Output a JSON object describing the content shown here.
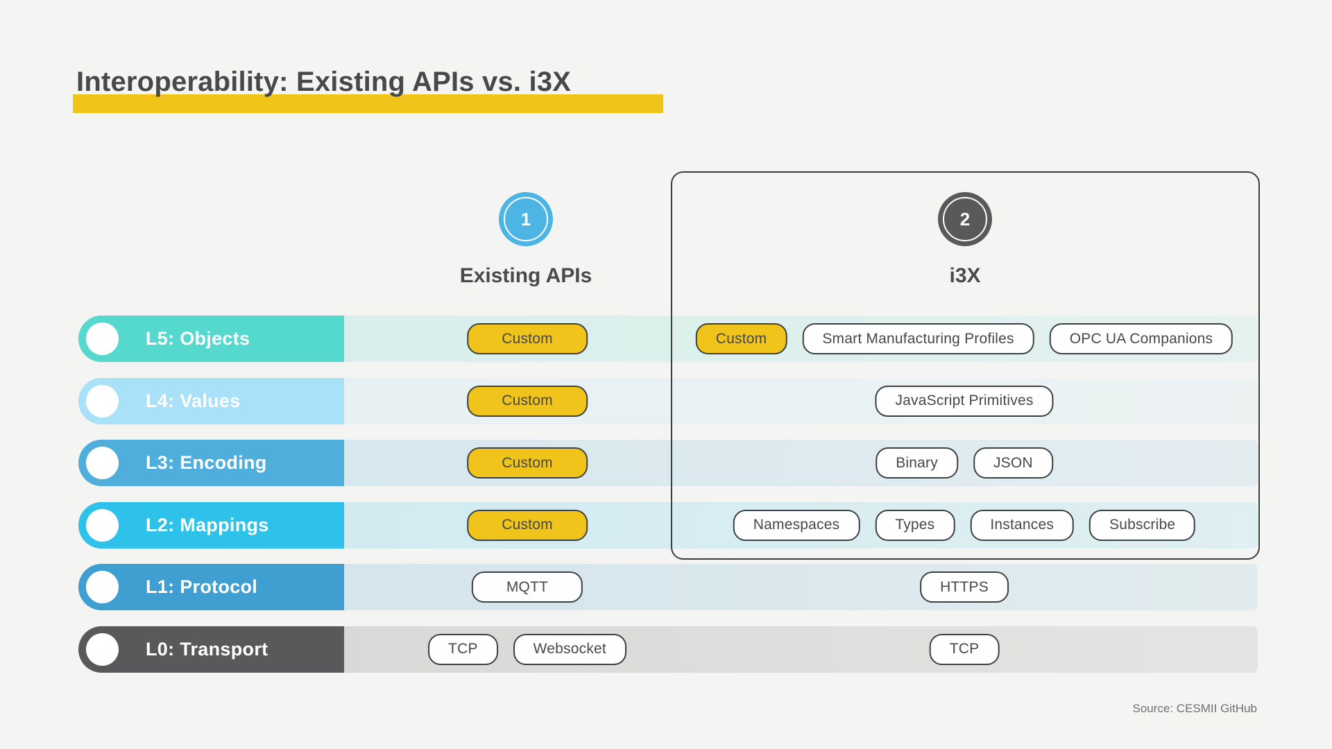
{
  "title": {
    "text": "Interoperability: Existing APIs vs. i3X",
    "highlight_color": "#f0c419",
    "text_color": "#47484a"
  },
  "columns": {
    "existing": {
      "number": "1",
      "label": "Existing APIs",
      "badge_color": "#4cb5e4"
    },
    "i3x": {
      "number": "2",
      "label": "i3X",
      "badge_color": "#58595b"
    }
  },
  "pill_style": {
    "yellow_bg": "#f0c41b",
    "yellow_border": "#3e3a2a",
    "white_bg": "#fefefe",
    "border": "#3c3f41",
    "text": "#45484a"
  },
  "rows": [
    {
      "id": "L5",
      "label": "L5: Objects",
      "color": "#55d8cd",
      "existing": [
        {
          "text": "Custom",
          "style": "yellow",
          "wide": true
        }
      ],
      "i3x": [
        {
          "text": "Custom",
          "style": "yellow",
          "wide": false
        },
        {
          "text": "Smart Manufacturing Profiles",
          "style": "white",
          "wide": false
        },
        {
          "text": "OPC UA Companions",
          "style": "white",
          "wide": false
        }
      ]
    },
    {
      "id": "L4",
      "label": "L4: Values",
      "color": "#a8e1f8",
      "existing": [
        {
          "text": "Custom",
          "style": "yellow",
          "wide": true
        }
      ],
      "i3x": [
        {
          "text": "JavaScript Primitives",
          "style": "white",
          "wide": false
        }
      ]
    },
    {
      "id": "L3",
      "label": "L3: Encoding",
      "color": "#4faedc",
      "existing": [
        {
          "text": "Custom",
          "style": "yellow",
          "wide": true
        }
      ],
      "i3x": [
        {
          "text": "Binary",
          "style": "white",
          "wide": false
        },
        {
          "text": "JSON",
          "style": "white",
          "wide": false
        }
      ]
    },
    {
      "id": "L2",
      "label": "L2: Mappings",
      "color": "#2ec2eb",
      "existing": [
        {
          "text": "Custom",
          "style": "yellow",
          "wide": true
        }
      ],
      "i3x": [
        {
          "text": "Namespaces",
          "style": "white",
          "wide": false
        },
        {
          "text": "Types",
          "style": "white",
          "wide": false
        },
        {
          "text": "Instances",
          "style": "white",
          "wide": false
        },
        {
          "text": "Subscribe",
          "style": "white",
          "wide": false
        }
      ]
    },
    {
      "id": "L1",
      "label": "L1: Protocol",
      "color": "#3e9fd0",
      "existing": [
        {
          "text": "MQTT",
          "style": "white",
          "wide": true
        }
      ],
      "i3x": [
        {
          "text": "HTTPS",
          "style": "white",
          "wide": false
        }
      ]
    },
    {
      "id": "L0",
      "label": "L0: Transport",
      "color": "#58595b",
      "existing": [
        {
          "text": "TCP",
          "style": "white",
          "wide": false
        },
        {
          "text": "Websocket",
          "style": "white",
          "wide": false
        }
      ],
      "i3x": [
        {
          "text": "TCP",
          "style": "white",
          "wide": false
        }
      ]
    }
  ],
  "source": "Source: CESMII GitHub"
}
